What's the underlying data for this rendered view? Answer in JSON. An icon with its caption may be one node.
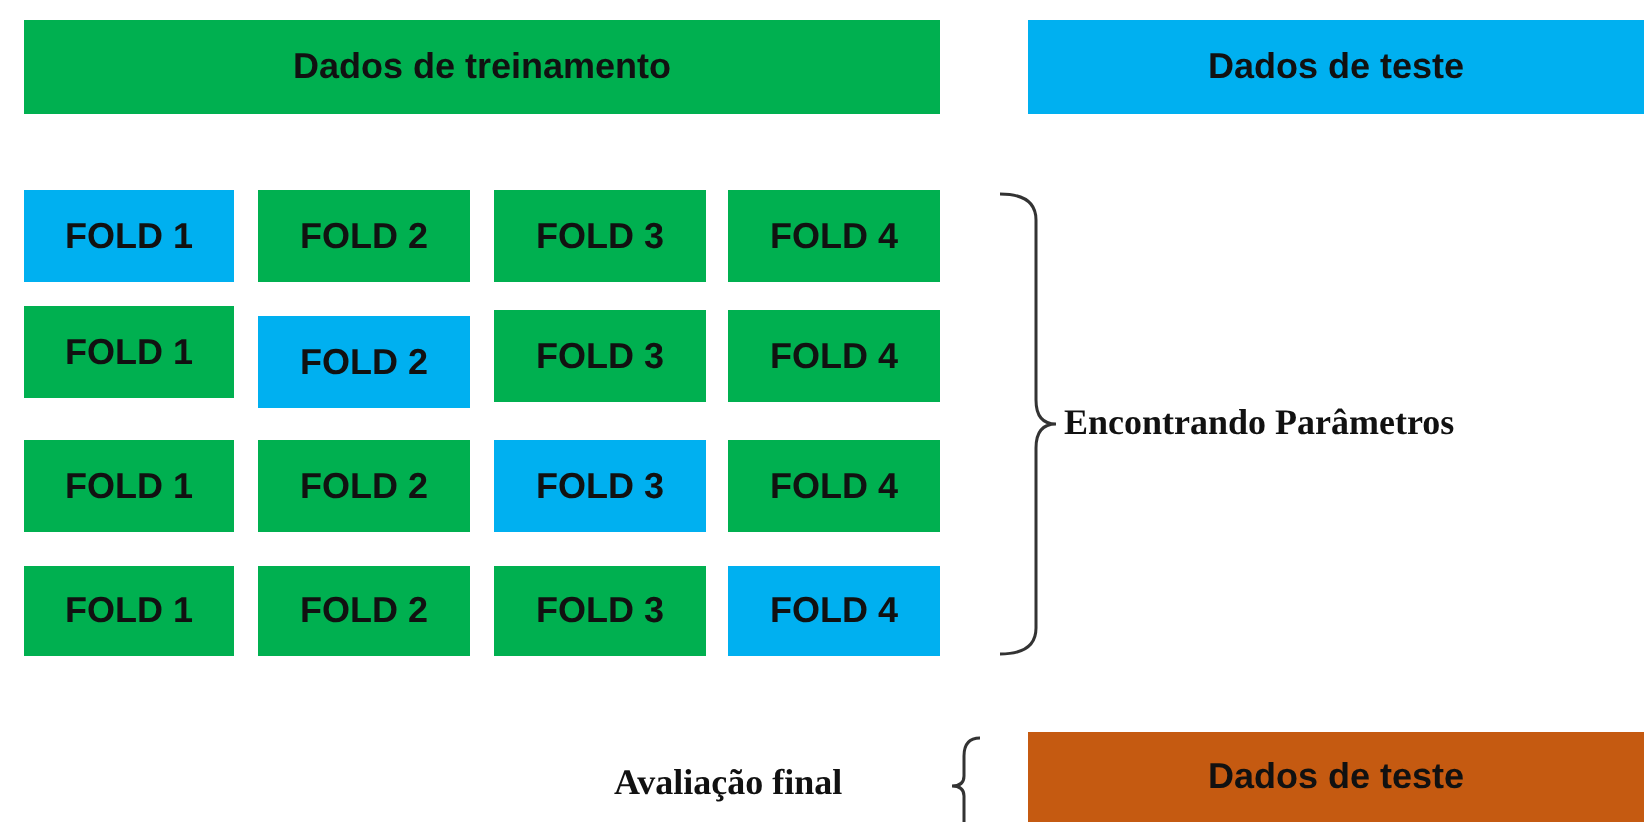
{
  "diagram": {
    "nodes": [
      {
        "text": [
          "Dados de treinamento"
        ]
      },
      {
        "text": [
          "Dados de teste"
        ]
      },
      {
        "text": [
          "FOLD 1"
        ]
      },
      {
        "text": [
          "FOLD 2"
        ]
      },
      {
        "text": [
          "FOLD 3"
        ]
      },
      {
        "text": [
          "FOLD 4"
        ]
      },
      {
        "text": [
          "FOLD 1"
        ]
      },
      {
        "text": [
          "FOLD 2"
        ]
      },
      {
        "text": [
          "FOLD 3"
        ]
      },
      {
        "text": [
          "FOLD 4"
        ]
      },
      {
        "text": [
          "FOLD 1"
        ]
      },
      {
        "text": [
          "FOLD 2"
        ]
      },
      {
        "text": [
          "FOLD 3"
        ]
      },
      {
        "text": [
          "FOLD 4"
        ]
      },
      {
        "text": [
          "FOLD 1"
        ]
      },
      {
        "text": [
          "FOLD 2"
        ]
      },
      {
        "text": [
          "FOLD 3"
        ]
      },
      {
        "text": [
          "FOLD 4"
        ]
      },
      {
        "text": [
          "Dados de teste"
        ]
      }
    ],
    "labels": [
      "Encontrando Parâmetros",
      "Avaliação final"
    ]
  }
}
